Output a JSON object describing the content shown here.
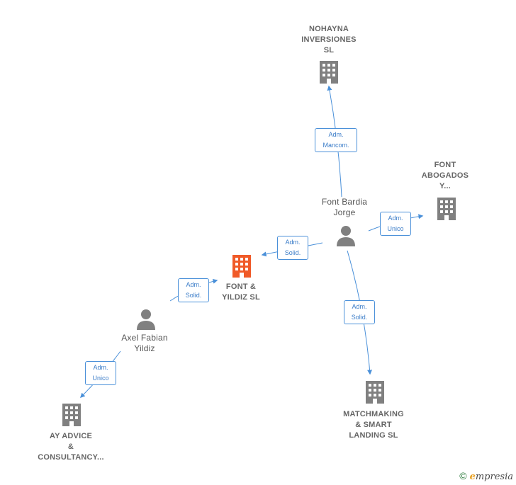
{
  "nodes": {
    "nohayna": {
      "label": "NOHAYNA\nINVERSIONES\nSL"
    },
    "font_abogados": {
      "label": "FONT\nABOGADOS\nY..."
    },
    "font_bardia": {
      "label": "Font Bardia\nJorge"
    },
    "font_yildiz": {
      "label": "FONT &\nYILDIZ  SL"
    },
    "axel": {
      "label": "Axel Fabian\nYildiz"
    },
    "matchmaking": {
      "label": "MATCHMAKING\n& SMART\nLANDING  SL"
    },
    "ay_advice": {
      "label": "AY ADVICE\n&\nCONSULTANCY..."
    }
  },
  "edges": {
    "bardia_nohayna": "Adm.\nMancom.",
    "bardia_abogados": "Adm.\nUnico",
    "bardia_yildiz": "Adm.\nSolid.",
    "axel_yildiz": "Adm.\nSolid.",
    "bardia_matchmaking": "Adm.\nSolid.",
    "axel_ayadvice": "Adm.\nUnico"
  },
  "footer": {
    "copyright_symbol": "©",
    "brand_initial": "e",
    "brand_rest": "mpresia"
  },
  "colors": {
    "building": "#808080",
    "focus_building": "#f05a28",
    "person": "#808080",
    "edge": "#4a90d9"
  }
}
